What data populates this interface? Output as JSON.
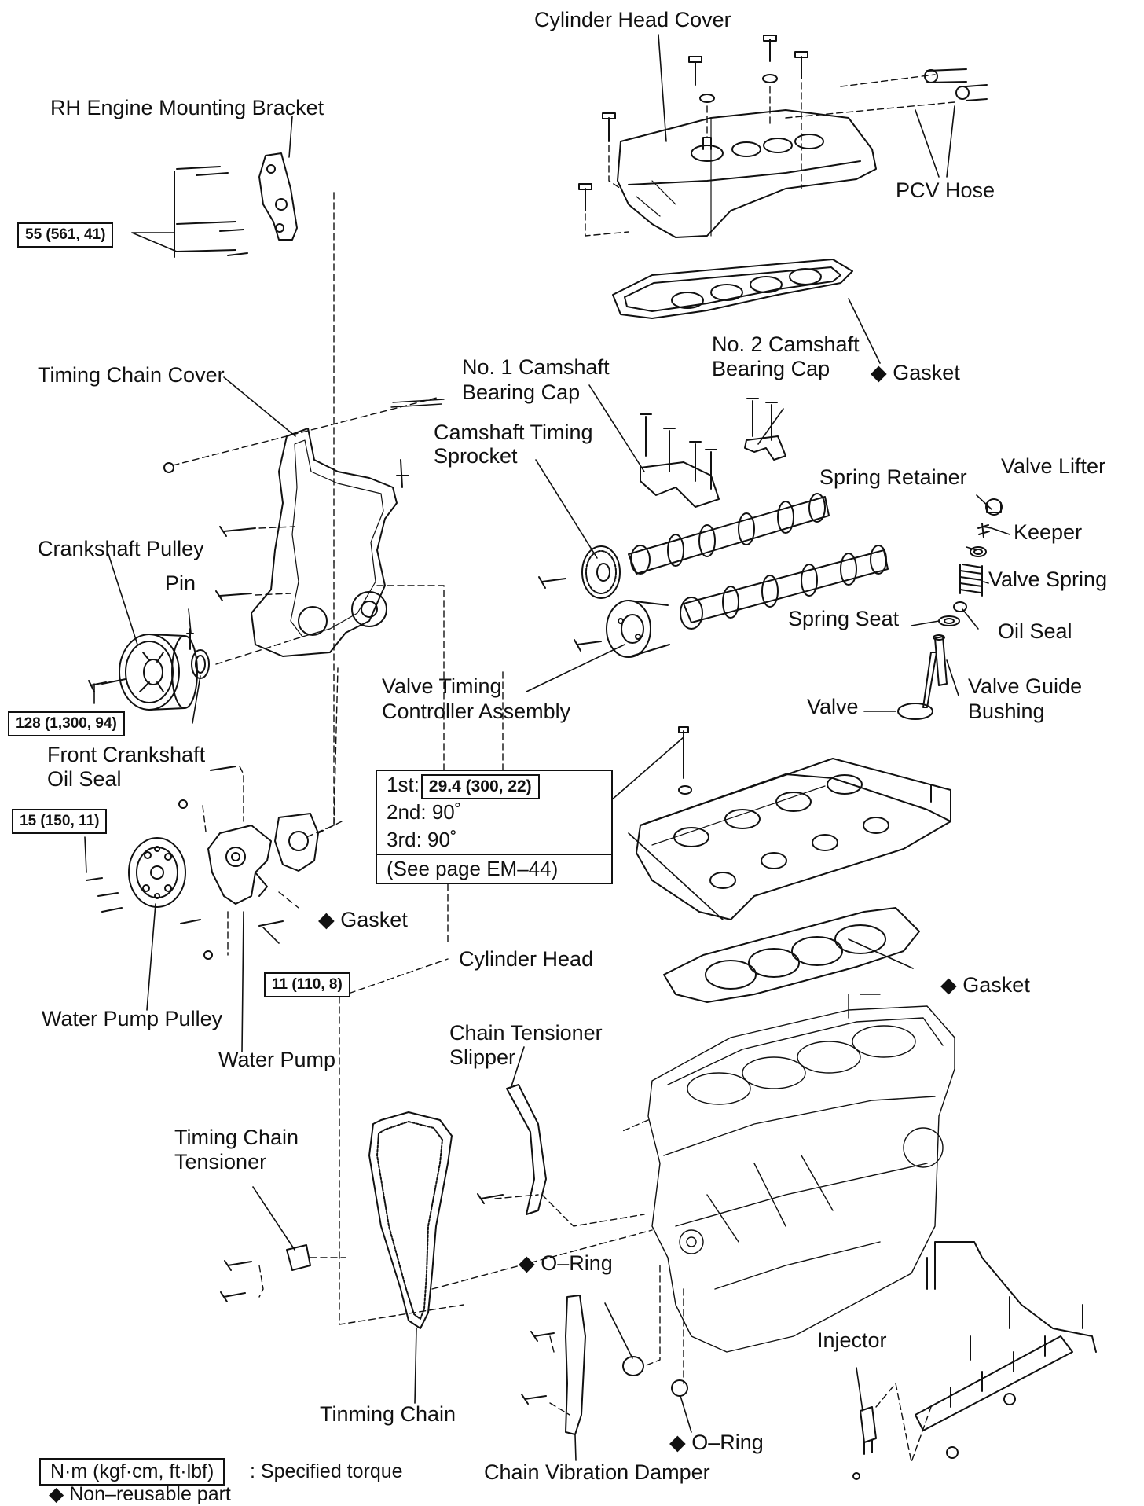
{
  "labels": {
    "cylinder_head_cover": "Cylinder Head Cover",
    "rh_engine_mounting_bracket": "RH Engine Mounting Bracket",
    "pcv_hose": "PCV Hose",
    "no2_camshaft_bearing_cap_1": "No. 2 Camshaft",
    "no2_camshaft_bearing_cap_2": "Bearing Cap",
    "head_cover_gasket": "Gasket",
    "timing_chain_cover": "Timing Chain Cover",
    "no1_camshaft_bearing_cap_1": "No. 1 Camshaft",
    "no1_camshaft_bearing_cap_2": "Bearing Cap",
    "camshaft_timing_sprocket_1": "Camshaft Timing",
    "camshaft_timing_sprocket_2": "Sprocket",
    "spring_retainer": "Spring Retainer",
    "valve_lifter": "Valve Lifter",
    "keeper": "Keeper",
    "crankshaft_pulley": "Crankshaft Pulley",
    "pin": "Pin",
    "valve_spring": "Valve Spring",
    "spring_seat": "Spring Seat",
    "oil_seal": "Oil Seal",
    "valve_timing_controller_1": "Valve Timing",
    "valve_timing_controller_2": "Controller Assembly",
    "valve_guide_bushing_1": "Valve  Guide",
    "valve_guide_bushing_2": "Bushing",
    "valve": "Valve",
    "front_crankshaft_oil_seal_1": "Front Crankshaft",
    "front_crankshaft_oil_seal_2": "Oil Seal",
    "water_pump_gasket": "Gasket",
    "cylinder_head": "Cylinder Head",
    "head_gasket": "Gasket",
    "water_pump_pulley": "Water Pump Pulley",
    "water_pump": "Water Pump",
    "chain_tensioner_slipper_1": "Chain Tensioner",
    "chain_tensioner_slipper_2": "Slipper",
    "timing_chain_tensioner_1": "Timing Chain",
    "timing_chain_tensioner_2": "Tensioner",
    "o_ring_1": "O–Ring",
    "o_ring_2": "O–Ring",
    "injector": "Injector",
    "timing_chain": "Tinming Chain",
    "chain_vibration_damper": "Chain Vibration Damper"
  },
  "torque_specs": {
    "bracket_bolts": "55 (561, 41)",
    "crankshaft_pulley_bolt": "128 (1,300, 94)",
    "water_pump_pulley": "15 (150, 11)",
    "water_pump_bolts": "11 (110, 8)"
  },
  "head_bolt_spec": {
    "first_label": "1st:",
    "first_value": "29.4 (300, 22)",
    "second": "2nd: 90˚",
    "third": "3rd: 90˚",
    "reference": "(See page EM–44)"
  },
  "legend": {
    "unit_box": "N·m (kgf·cm, ft·lbf)",
    "unit_text": ": Specified torque",
    "nonreusable": "Non–reusable part"
  },
  "symbols": {
    "nonreusable_marker": "◆"
  }
}
